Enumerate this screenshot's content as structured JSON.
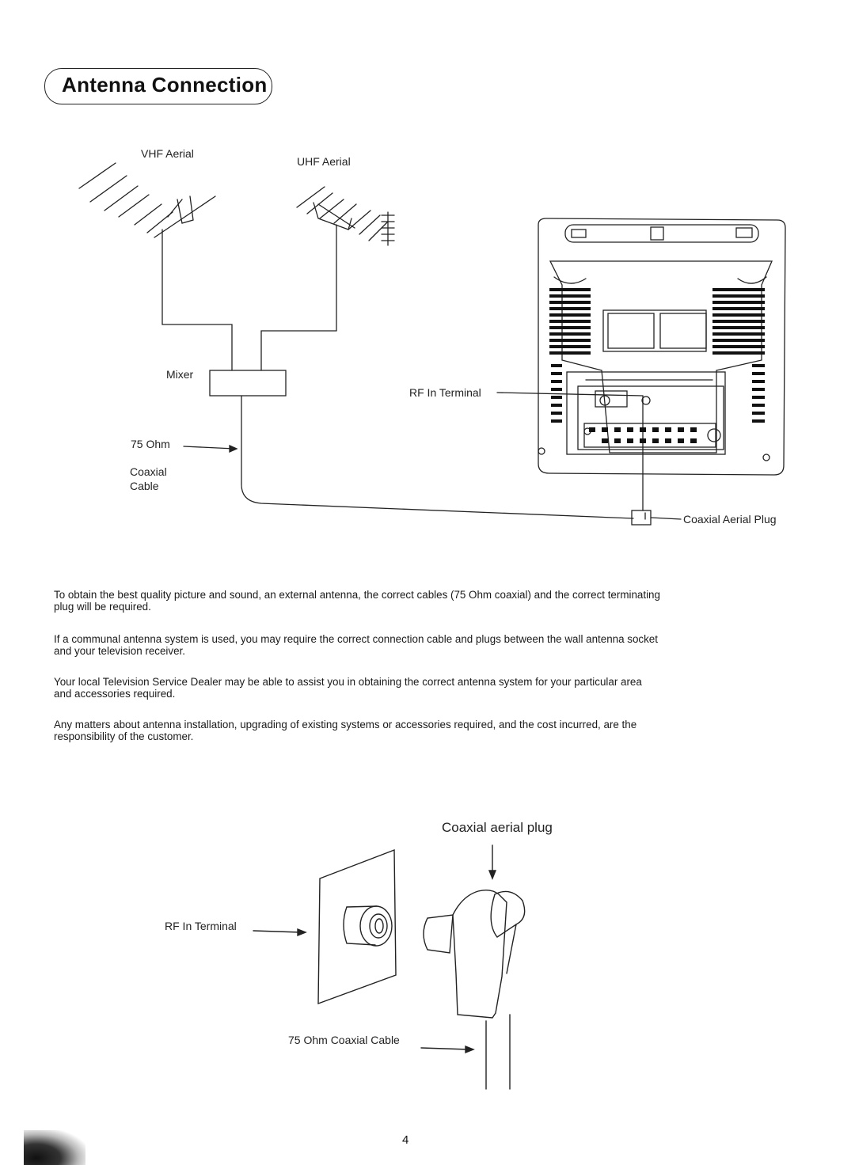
{
  "page": {
    "title": "Antenna Connection",
    "page_number": "4"
  },
  "top_diagram": {
    "vhf_label": "VHF Aerial",
    "uhf_label": "UHF Aerial",
    "mixer_label": "Mixer",
    "ohm_label": "75 Ohm",
    "cable_label_line1": "Coaxial",
    "cable_label_line2": "Cable",
    "rf_terminal_label": "RF In Terminal",
    "plug_label": "Coaxial Aerial Plug"
  },
  "paragraphs": [
    {
      "line1": "To obtain the best quality picture and sound, an external antenna, the correct cables (75 Ohm coaxial) and the correct terminating",
      "line2": "plug will be required."
    },
    {
      "line1": "If a communal antenna system is used, you may require the correct connection cable and plugs between the wall antenna socket",
      "line2": "and your television receiver."
    },
    {
      "line1": "Your local Television Service Dealer may be able to assist you in obtaining the correct antenna system for your particular area",
      "line2": "and accessories required."
    },
    {
      "line1": "Any matters about antenna installation, upgrading of existing systems or accessories required, and the cost incurred, are the",
      "line2": "responsibility of the customer."
    }
  ],
  "bottom_diagram": {
    "plug_label": "Coaxial aerial plug",
    "rf_terminal_label": "RF In Terminal",
    "cable_label": "75 Ohm Coaxial Cable"
  }
}
